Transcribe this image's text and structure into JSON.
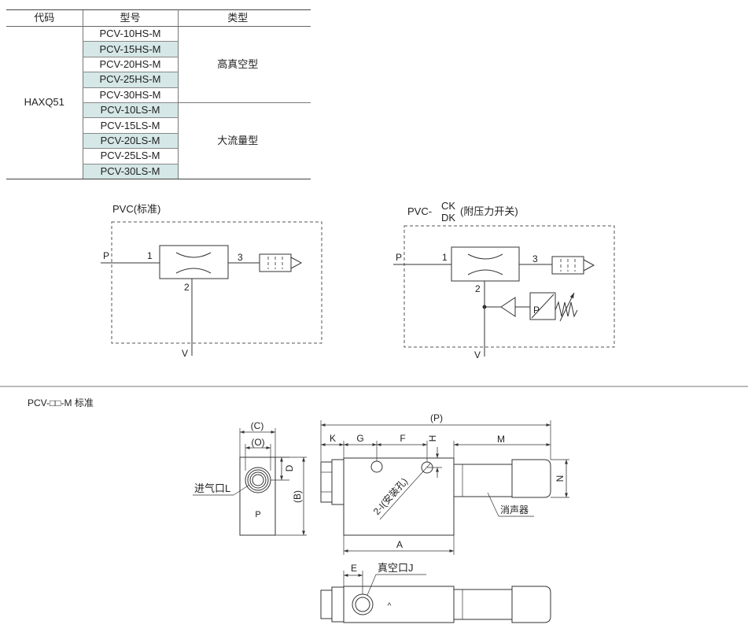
{
  "table": {
    "headers": [
      "代码",
      "型号",
      "类型"
    ],
    "code": "HAXQ51",
    "groups": [
      {
        "type": "高真空型",
        "models": [
          "PCV-10HS-M",
          "PCV-15HS-M",
          "PCV-20HS-M",
          "PCV-25HS-M",
          "PCV-30HS-M"
        ]
      },
      {
        "type": "大流量型",
        "models": [
          "PCV-10LS-M",
          "PCV-15LS-M",
          "PCV-20LS-M",
          "PCV-25LS-M",
          "PCV-30LS-M"
        ]
      }
    ]
  },
  "colors": {
    "row_highlight": "#d5e7e7",
    "line": "#333333",
    "text": "#222222"
  },
  "circuit_standard": {
    "title": "PVC(标准)",
    "port_p": "P",
    "port_1": "1",
    "port_2": "2",
    "port_3": "3",
    "port_v": "V"
  },
  "circuit_switch": {
    "title_prefix": "PVC-",
    "option_upper": "CK",
    "option_lower": "DK",
    "title_suffix": "(附压力开关)",
    "port_p": "P",
    "port_1": "1",
    "port_2": "2",
    "port_3": "3",
    "port_v": "V",
    "switch_mark": "P"
  },
  "dimensions": {
    "section_title": "PCV-□□-M 标准",
    "side_view": {
      "dim_c": "(C)",
      "dim_o": "(O)",
      "dim_d": "D",
      "dim_b": "(B)",
      "inlet_label": "进气口L",
      "face_mark": "P"
    },
    "front_view": {
      "dim_p": "(P)",
      "dim_k": "K",
      "dim_g": "G",
      "dim_f": "F",
      "dim_h": "H",
      "dim_m": "M",
      "dim_n": "N",
      "dim_a": "A",
      "mount_holes": "2-I(安装孔)",
      "silencer_label": "消声器"
    },
    "bottom_view": {
      "dim_e": "E",
      "vacuum_label": "真空口J",
      "face_mark": "^"
    }
  }
}
